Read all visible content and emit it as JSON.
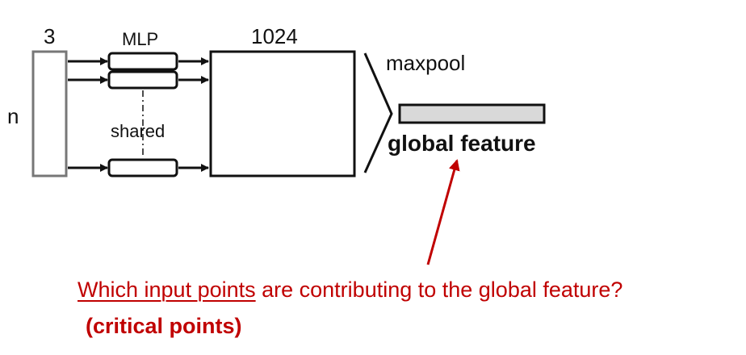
{
  "diagram": {
    "input_cols_label": "3",
    "input_rows_label": "n",
    "mlp_label": "MLP",
    "shared_label": "shared",
    "feature_dim_label": "1024",
    "maxpool_label": "maxpool",
    "global_feature_label": "global feature"
  },
  "annotation": {
    "question_underlined": "Which input points",
    "question_rest": " are contributing to the global feature?",
    "critical_label": "(critical points)"
  },
  "colors": {
    "line": "#111111",
    "input_block_border": "#777777",
    "global_feature_fill": "#d9d9d9",
    "annotation_red": "#c00000"
  }
}
